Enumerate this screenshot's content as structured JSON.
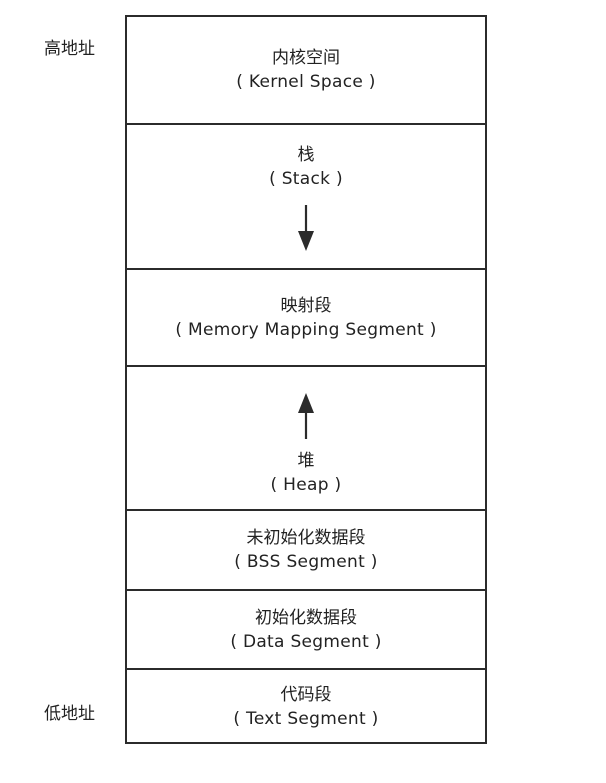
{
  "address_labels": {
    "high": "高地址",
    "low": "低地址"
  },
  "segments": [
    {
      "name_cn": "内核空间",
      "name_en": "( Kernel Space )"
    },
    {
      "name_cn": "栈",
      "name_en": "( Stack )",
      "arrow": "down-arrow-icon"
    },
    {
      "name_cn": "映射段",
      "name_en": "( Memory Mapping Segment )"
    },
    {
      "name_cn": "堆",
      "name_en": "( Heap )",
      "arrow": "up-arrow-icon"
    },
    {
      "name_cn": "未初始化数据段",
      "name_en": "( BSS Segment )"
    },
    {
      "name_cn": "初始化数据段",
      "name_en": "( Data Segment )"
    },
    {
      "name_cn": "代码段",
      "name_en": "( Text Segment )"
    }
  ],
  "colors": {
    "border": "#2b2b2b",
    "text": "#222222",
    "background": "#ffffff"
  }
}
